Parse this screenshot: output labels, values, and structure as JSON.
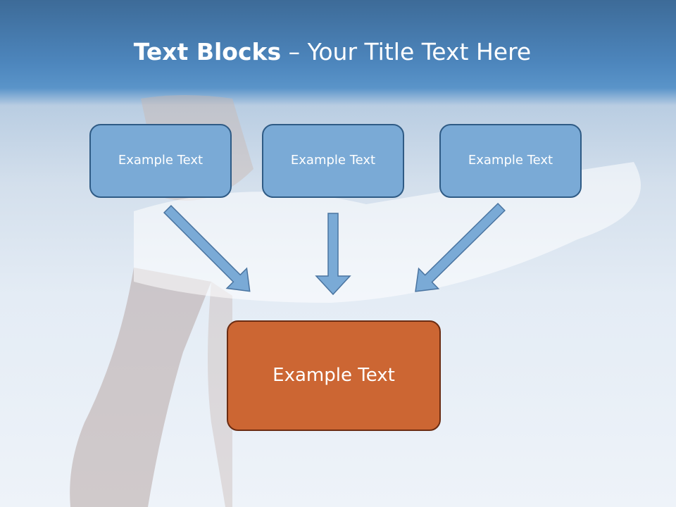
{
  "slide": {
    "title_bold": "Text Blocks",
    "title_rest": " – Your Title Text Here",
    "boxes": [
      {
        "label": "Example Text"
      },
      {
        "label": "Example Text"
      },
      {
        "label": "Example Text"
      }
    ],
    "target_box": {
      "label": "Example Text"
    }
  },
  "colors": {
    "header": "#4d86bd",
    "box_fill": "#7aaad6",
    "box_border": "#2f5b85",
    "target_fill": "#cc6633",
    "arrow_fill": "#7aaad6"
  }
}
